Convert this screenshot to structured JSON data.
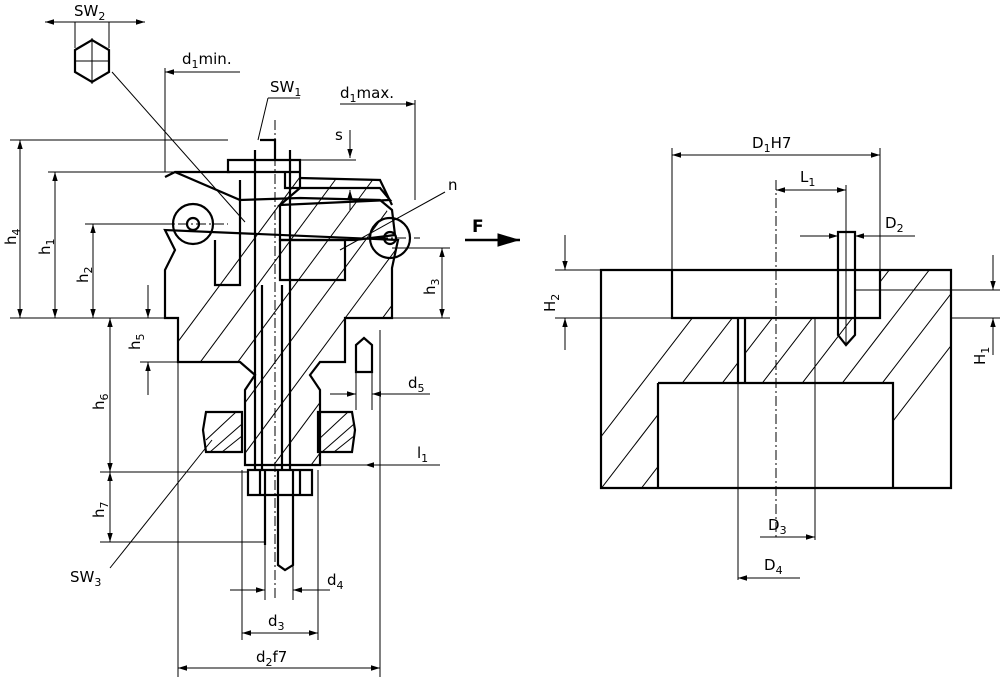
{
  "labels": {
    "sw2": {
      "main": "SW",
      "sub": "2"
    },
    "d1min": {
      "main": "d",
      "sub": "1",
      "suffix": "min."
    },
    "sw1": {
      "main": "SW",
      "sub": "1"
    },
    "d1max": {
      "main": "d",
      "sub": "1",
      "suffix": "max."
    },
    "s": {
      "main": "s"
    },
    "n": {
      "main": "n"
    },
    "h4": {
      "main": "h",
      "sub": "4"
    },
    "h1": {
      "main": "h",
      "sub": "1"
    },
    "h2": {
      "main": "h",
      "sub": "2"
    },
    "h3": {
      "main": "h",
      "sub": "3"
    },
    "h5": {
      "main": "h",
      "sub": "5"
    },
    "h6": {
      "main": "h",
      "sub": "6"
    },
    "h7": {
      "main": "h",
      "sub": "7"
    },
    "d5": {
      "main": "d",
      "sub": "5"
    },
    "l1": {
      "main": "l",
      "sub": "1"
    },
    "sw3": {
      "main": "SW",
      "sub": "3"
    },
    "d4": {
      "main": "d",
      "sub": "4"
    },
    "d3": {
      "main": "d",
      "sub": "3"
    },
    "d2f7": {
      "main": "d",
      "sub": "2",
      "suffix": "f7"
    },
    "force": {
      "main": "F"
    },
    "D1H7": {
      "main": "D",
      "sub": "1",
      "suffix": "H7"
    },
    "L1": {
      "main": "L",
      "sub": "1"
    },
    "D2": {
      "main": "D",
      "sub": "2"
    },
    "H2": {
      "main": "H",
      "sub": "2"
    },
    "H1": {
      "main": "H",
      "sub": "1"
    },
    "D3": {
      "main": "D",
      "sub": "3"
    },
    "D4": {
      "main": "D",
      "sub": "4"
    }
  }
}
